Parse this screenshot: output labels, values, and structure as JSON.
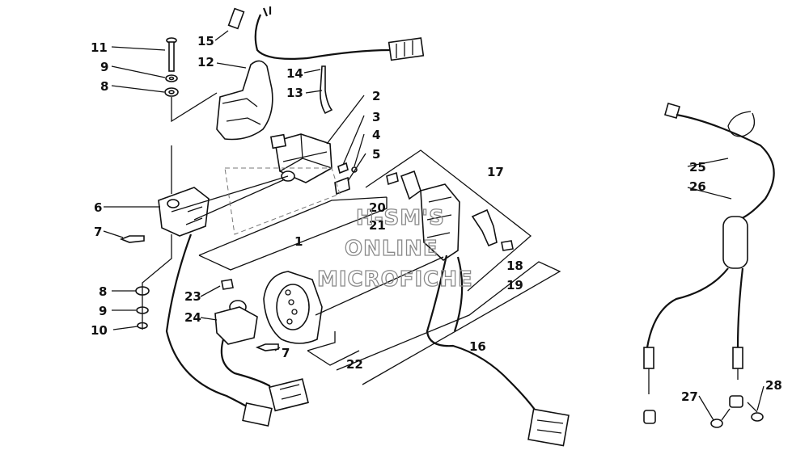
{
  "watermark": [
    "H-SM'S",
    "ONLINE",
    "MICROFICHE"
  ],
  "callouts": {
    "c1": "1",
    "c2": "2",
    "c3": "3",
    "c4": "4",
    "c5": "5",
    "c6": "6",
    "c7a": "7",
    "c7b": "7",
    "c8a": "8",
    "c8b": "8",
    "c9a": "9",
    "c9b": "9",
    "c10": "10",
    "c11": "11",
    "c12": "12",
    "c13": "13",
    "c14": "14",
    "c15": "15",
    "c16": "16",
    "c17": "17",
    "c18": "18",
    "c19": "19",
    "c20": "20",
    "c21": "21",
    "c22": "22",
    "c23": "23",
    "c24": "24",
    "c25": "25",
    "c26": "26",
    "c27": "27",
    "c28": "28"
  }
}
